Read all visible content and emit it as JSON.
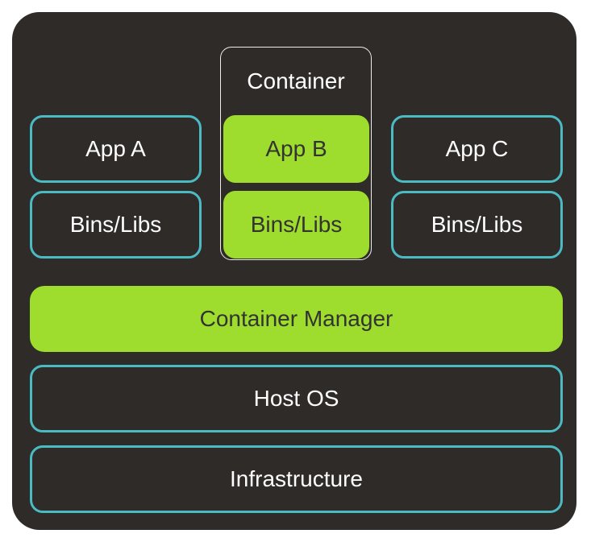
{
  "diagram": {
    "colors": {
      "background": "#ffffff",
      "panel": "#2f2b29",
      "accent_green": "#9edc2d",
      "accent_teal": "#4bbbc3",
      "outline_white": "#ededed",
      "text_light": "#ffffff",
      "text_dark": "#333333"
    },
    "container_group": {
      "label": "Container"
    },
    "columns": [
      {
        "app": "App A",
        "libs": "Bins/Libs",
        "highlighted": false
      },
      {
        "app": "App B",
        "libs": "Bins/Libs",
        "highlighted": true
      },
      {
        "app": "App C",
        "libs": "Bins/Libs",
        "highlighted": false
      }
    ],
    "layers": [
      {
        "label": "Container Manager",
        "highlighted": true
      },
      {
        "label": "Host OS",
        "highlighted": false
      },
      {
        "label": "Infrastructure",
        "highlighted": false
      }
    ]
  }
}
